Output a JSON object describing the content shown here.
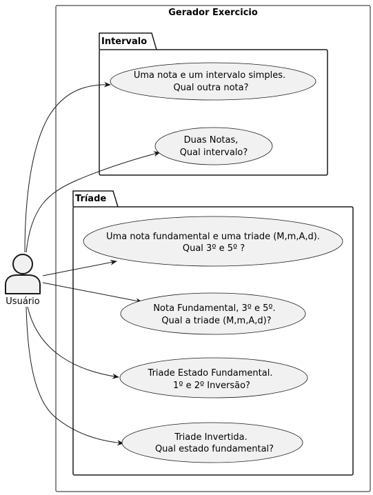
{
  "system": {
    "title": "Gerador Exercicio"
  },
  "packages": {
    "intervalo": {
      "title": "Intervalo"
    },
    "triade": {
      "title": "Tríade"
    }
  },
  "actor": {
    "name": "Usuário",
    "icon": "user-icon"
  },
  "use_cases": {
    "uc1": {
      "line1": "Uma nota e um intervalo simples.",
      "line2": "Qual outra nota?"
    },
    "uc2": {
      "line1": "Duas Notas,",
      "line2": "Qual intervalo?"
    },
    "uc3": {
      "line1": "Uma nota fundamental e uma triade (M,m,A,d).",
      "line2": "Qual 3º e 5º ?"
    },
    "uc4": {
      "line1": "Nota Fundamental, 3º e 5º.",
      "line2": "Qual a triade (M,m,A,d)?"
    },
    "uc5": {
      "line1": "Triade Estado Fundamental.",
      "line2": "1º e 2º Inversão?"
    },
    "uc6": {
      "line1": "Triade Invertida.",
      "line2": "Qual estado fundamental?"
    }
  },
  "colors": {
    "ellipse_fill": "#f1f1f1",
    "stroke": "#181818",
    "actor_fill": "#f1f1f1"
  }
}
